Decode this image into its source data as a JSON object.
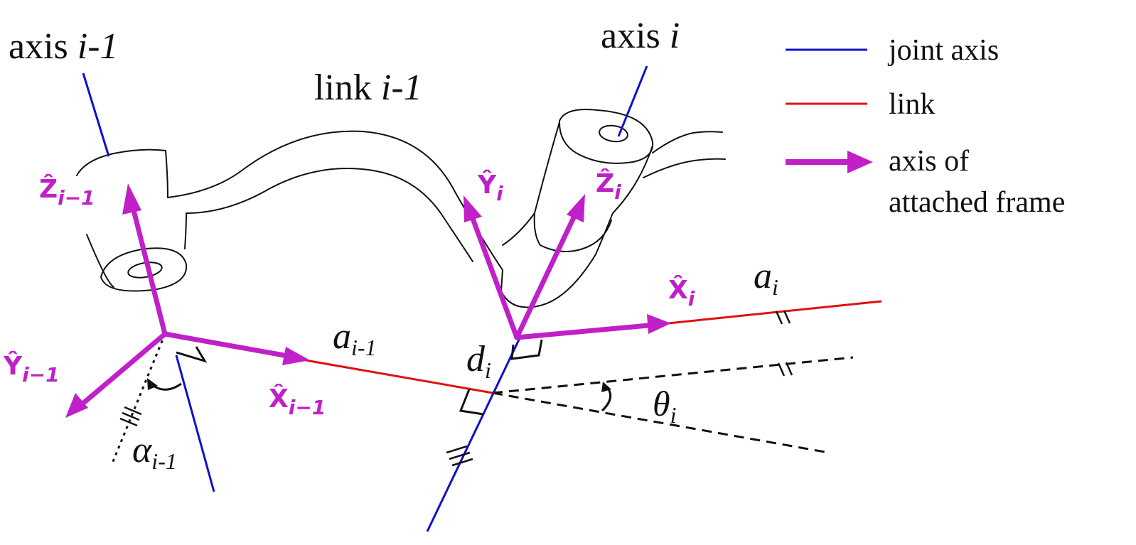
{
  "labels": {
    "axis_prev": {
      "word": "axis",
      "sym": "i-1"
    },
    "axis_cur": {
      "word": "axis",
      "sym": "i"
    },
    "link_prev": {
      "word": "link",
      "sym": "i-1"
    },
    "z_prev": {
      "base": "Ẑ",
      "sub": "i−1"
    },
    "y_prev": {
      "base": "Ŷ",
      "sub": "i−1"
    },
    "x_prev": {
      "base": "X̂",
      "sub": "i−1"
    },
    "y_cur": {
      "base": "Ŷ",
      "sub": "i"
    },
    "z_cur": {
      "base": "Ẑ",
      "sub": "i"
    },
    "x_cur": {
      "base": "X̂",
      "sub": "i"
    },
    "a_prev": {
      "base": "a",
      "sub": "i-1"
    },
    "a_cur": {
      "base": "a",
      "sub": "i"
    },
    "d_cur": {
      "base": "d",
      "sub": "i"
    },
    "theta_cur": {
      "base": "θ",
      "sub": "i"
    },
    "alpha_prev": {
      "base": "α",
      "sub": "i-1"
    }
  },
  "legend": {
    "joint_axis": "joint axis",
    "link": "link",
    "frame_line1": "axis of",
    "frame_line2": "attached frame"
  },
  "colors": {
    "joint_axis": "#1010d0",
    "link": "#e01010",
    "frame_axis": "#c020c8"
  }
}
